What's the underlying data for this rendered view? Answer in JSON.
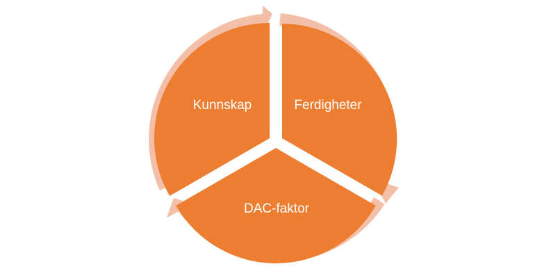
{
  "diagram": {
    "segments": [
      {
        "label": "Kunnskap"
      },
      {
        "label": "Ferdigheter"
      },
      {
        "label": "DAC-faktor"
      }
    ],
    "colors": {
      "segment_fill": "#ED7D31",
      "ring": "#F4BFA9",
      "background": "#FFFFFF"
    }
  }
}
